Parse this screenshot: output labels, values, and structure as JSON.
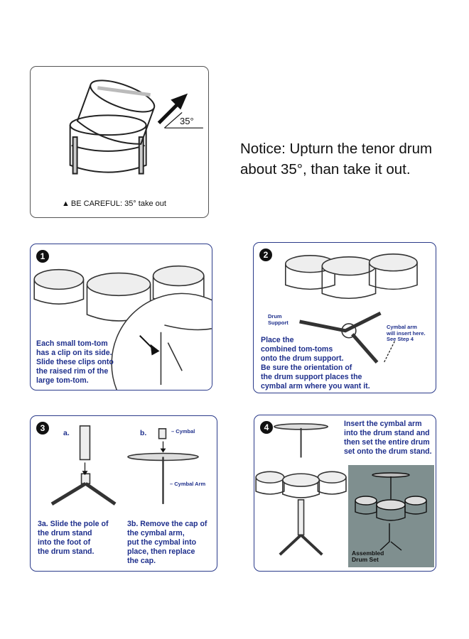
{
  "notice": {
    "text": "Notice: Upturn the tenor drum\nabout 35°, than take it out."
  },
  "careful_panel": {
    "angle_label": "35°",
    "warning_label": "BE CAREFUL: 35° take out"
  },
  "steps": [
    {
      "number": "1",
      "text": "Each small tom-tom\nhas a clip on its side.\nSlide these clips onto\nthe raised rim of the\nlarge tom-tom."
    },
    {
      "number": "2",
      "text": "Place the\ncombined tom-toms\nonto the drum support.\nBe sure the orientation of\nthe drum support places the\ncymbal arm where you want it.",
      "label_drum_support": "Drum\nSupport",
      "label_cymbal_arm": "Cymbal arm\nwill insert here.\nSee Step 4"
    },
    {
      "number": "3",
      "sub_a": "a.",
      "sub_b": "b.",
      "label_cymbal": "– Cymbal",
      "label_cymbal_arm": "– Cymbal Arm",
      "text_a": "3a. Slide the pole of\n      the drum stand\n      into the foot of\n      the drum stand.",
      "text_b": "3b. Remove the cap of\n      the cymbal arm,\n      put the cymbal into\n      place, then replace\n      the cap."
    },
    {
      "number": "4",
      "text": "Insert the cymbal arm\ninto the drum stand and\nthen set the entire drum\nset onto the drum stand.",
      "assembled_label": "Assembled\nDrum Set"
    }
  ]
}
